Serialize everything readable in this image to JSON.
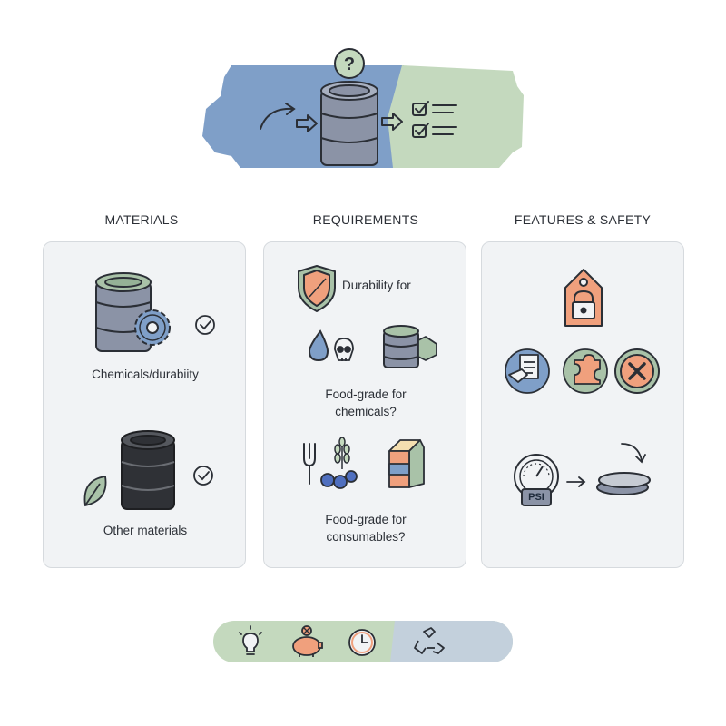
{
  "columns": [
    {
      "heading": "MATERIALS"
    },
    {
      "heading": "REQUIREMENTS"
    },
    {
      "heading": "FEATURES & SAFETY"
    }
  ],
  "materials": {
    "item1_caption": "Chemicals/durabiity",
    "item2_caption": "Other materials"
  },
  "requirements": {
    "durability_label": "Durability for",
    "food_grade_chemicals": [
      "Food-grade for",
      "chemicals?"
    ],
    "food_grade_consumables": [
      "Food-grade for",
      "consumables?"
    ]
  },
  "features": {
    "gauge_label": "PSI"
  },
  "colors": {
    "blue": "#7f9fc8",
    "green": "#c4d9be",
    "barrel_gray": "#8b93a6",
    "barrel_dark": "#2f3136",
    "orange": "#f0a07d",
    "panel_bg": "#f1f3f5"
  }
}
